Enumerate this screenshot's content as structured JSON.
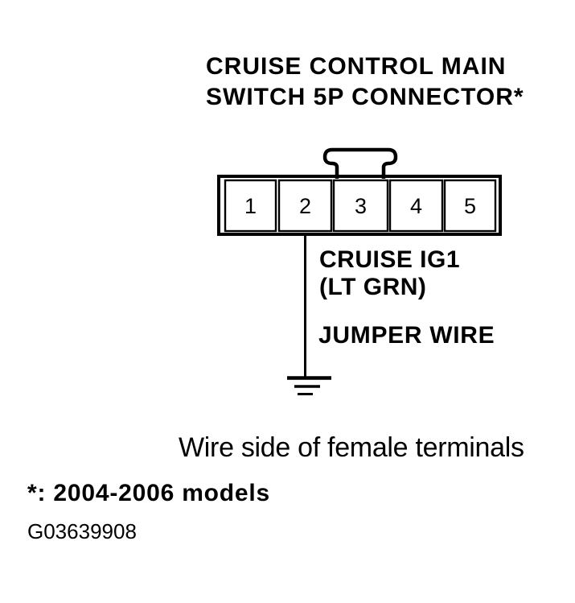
{
  "colors": {
    "ink": "#000000",
    "background": "#ffffff"
  },
  "title": {
    "line1": "CRUISE CONTROL MAIN",
    "line2": "SWITCH 5P CONNECTOR*"
  },
  "connector": {
    "pins": [
      "1",
      "2",
      "3",
      "4",
      "5"
    ],
    "jumper_pin": "2"
  },
  "wire_label": {
    "line1": "CRUISE IG1",
    "line2": "(LT GRN)"
  },
  "jumper_label": "JUMPER WIRE",
  "caption": "Wire side of female terminals",
  "footnote": "*: 2004-2006 models",
  "figure_id": "G03639908",
  "icons": {
    "connector_tab": "connector-tab-icon",
    "ground": "ground-symbol-icon"
  }
}
